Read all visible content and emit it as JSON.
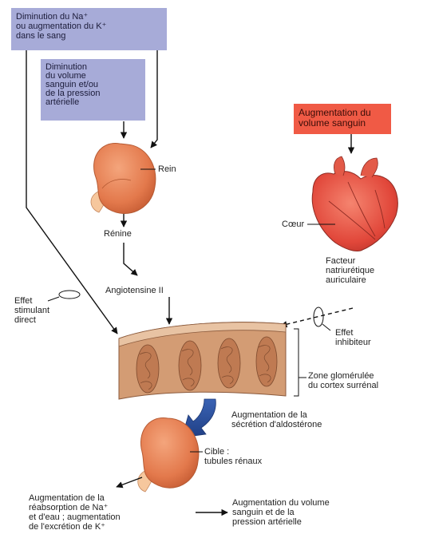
{
  "colors": {
    "blue_box": "#a7abd8",
    "red_box": "#f05a45",
    "kidney": "#e8865a",
    "heart": "#e24b3c",
    "tissue": "#c98963"
  },
  "boxes": {
    "ion_change": "Diminution du Na⁺\nou augmentation du K⁺\ndans le sang",
    "volume_drop": "Diminution\ndu volume\nsanguin et/ou\nde la pression\nartérielle",
    "volume_rise": "Augmentation du\nvolume sanguin"
  },
  "labels": {
    "rein": "Rein",
    "renine": "Rénine",
    "angiotensine": "Angiotensine II",
    "coeur": "Cœur",
    "facteur": "Facteur\nnatriurétique\nauriculaire",
    "effet_direct": "Effet\nstimulant\ndirect",
    "effet_inhibiteur": "Effet\ninhibiteur",
    "zone": "Zone glomérulée\ndu cortex surrénal",
    "aldosterone": "Augmentation de la\nsécrétion d'aldostérone",
    "cible": "Cible :\ntubules rénaux",
    "reabsorption": "Augmentation de la\nréabsorption de Na⁺\net d'eau ; augmentation\nde l'excrétion de K⁺",
    "volume_result": "Augmentation du volume\nsanguin et de la\npression artérielle"
  }
}
